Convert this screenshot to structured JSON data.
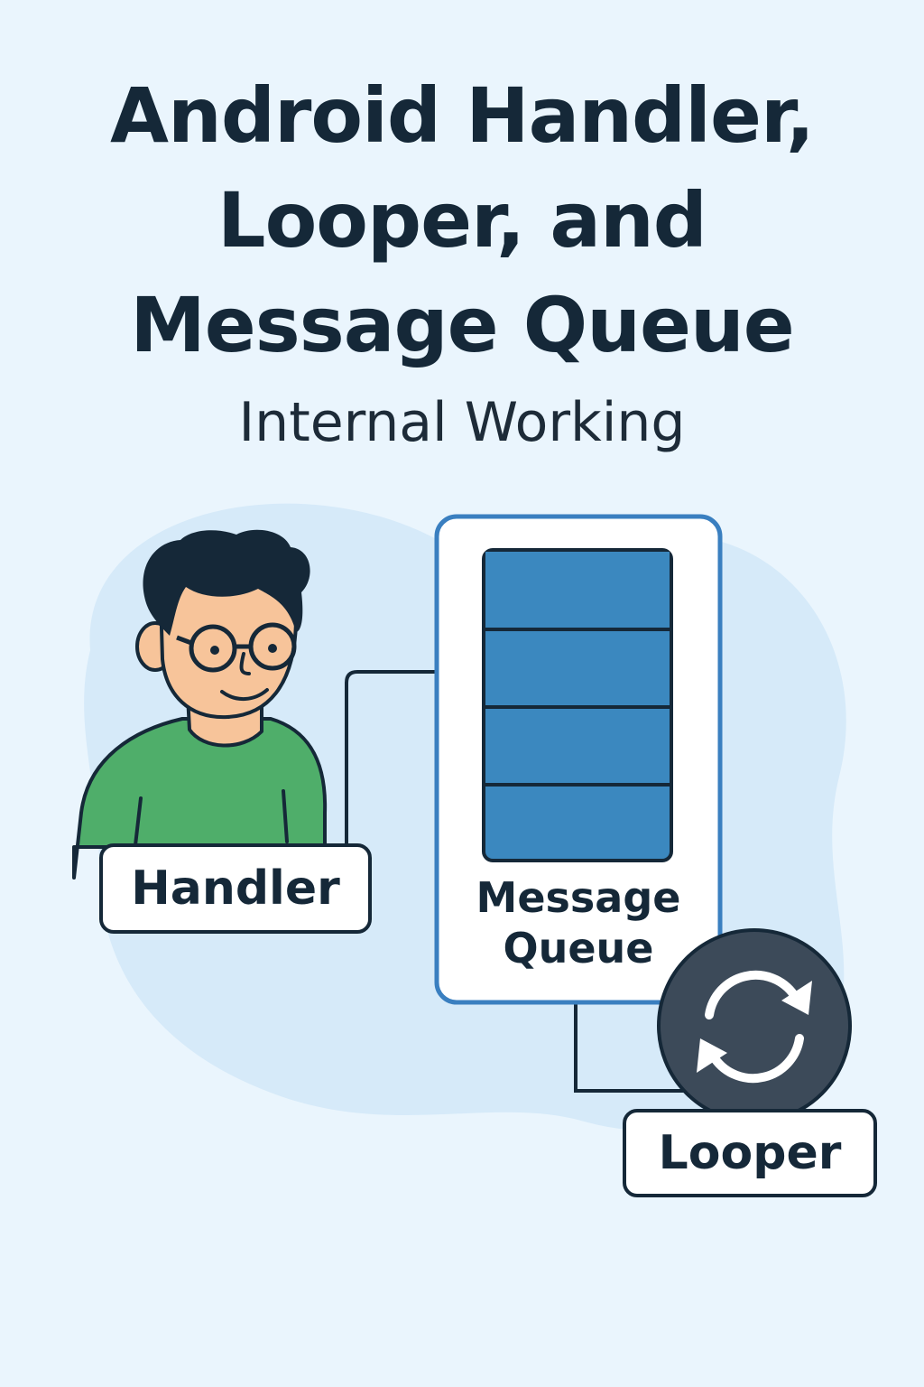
{
  "title_lines": [
    "Android Handler,",
    "Looper, and",
    "Message Queue"
  ],
  "subtitle": "Internal Working",
  "handler": {
    "label": "Handler"
  },
  "message_queue": {
    "label_lines": [
      "Message",
      "Queue"
    ],
    "slot_count": 4
  },
  "looper": {
    "label": "Looper",
    "icon": "refresh-icon"
  },
  "colors": {
    "background": "#eaf5fd",
    "blob": "#d6eaf9",
    "text": "#152838",
    "queue_border": "#3a7fc0",
    "queue_slot": "#3b88bf",
    "shirt": "#4fae6a",
    "skin": "#f7c49a",
    "looper_circle": "#3c4a59"
  }
}
